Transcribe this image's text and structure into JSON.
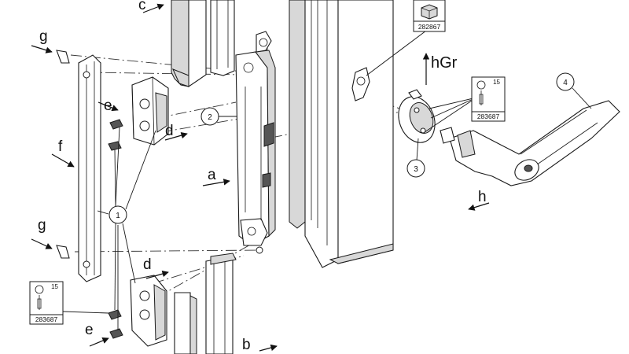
{
  "letters": {
    "a": "a",
    "b": "b",
    "c": "c",
    "d": "d",
    "e": "e",
    "f": "f",
    "g": "g",
    "h": "h",
    "hGr": "hGr"
  },
  "callouts": [
    "1",
    "2",
    "3",
    "4"
  ],
  "info_boxes": {
    "top": {
      "code": "282867"
    },
    "right": {
      "number": "15",
      "code": "283687"
    },
    "left": {
      "number": "15",
      "code": "283687"
    }
  }
}
